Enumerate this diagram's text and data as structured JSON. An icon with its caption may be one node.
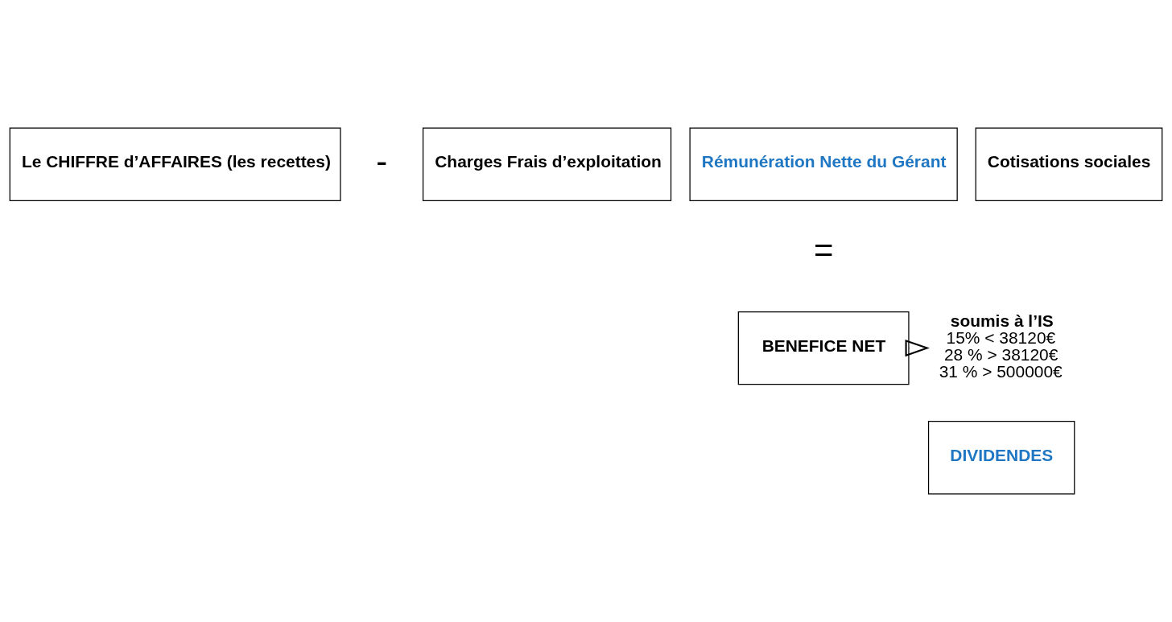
{
  "diagram": {
    "nodes": [
      {
        "text": [
          "Le CHIFFRE d’AFFAIRES (les recettes)"
        ]
      },
      {
        "text": [
          "Charges Frais d’exploitation"
        ]
      },
      {
        "text": [
          "Rémunération Nette du Gérant"
        ]
      },
      {
        "text": [
          "Cotisations sociales"
        ]
      },
      {
        "text": [
          "BENEFICE NET"
        ]
      },
      {
        "text": [
          "soumis à l’IS",
          "15% < 38120€",
          "28 % > 38120€",
          "31 % > 500000€"
        ]
      },
      {
        "text": [
          "DIVIDENDES"
        ]
      }
    ],
    "edges": [
      {
        "from": 4,
        "to": 5,
        "arrow": "to"
      }
    ],
    "labels": [
      "-",
      "="
    ]
  }
}
